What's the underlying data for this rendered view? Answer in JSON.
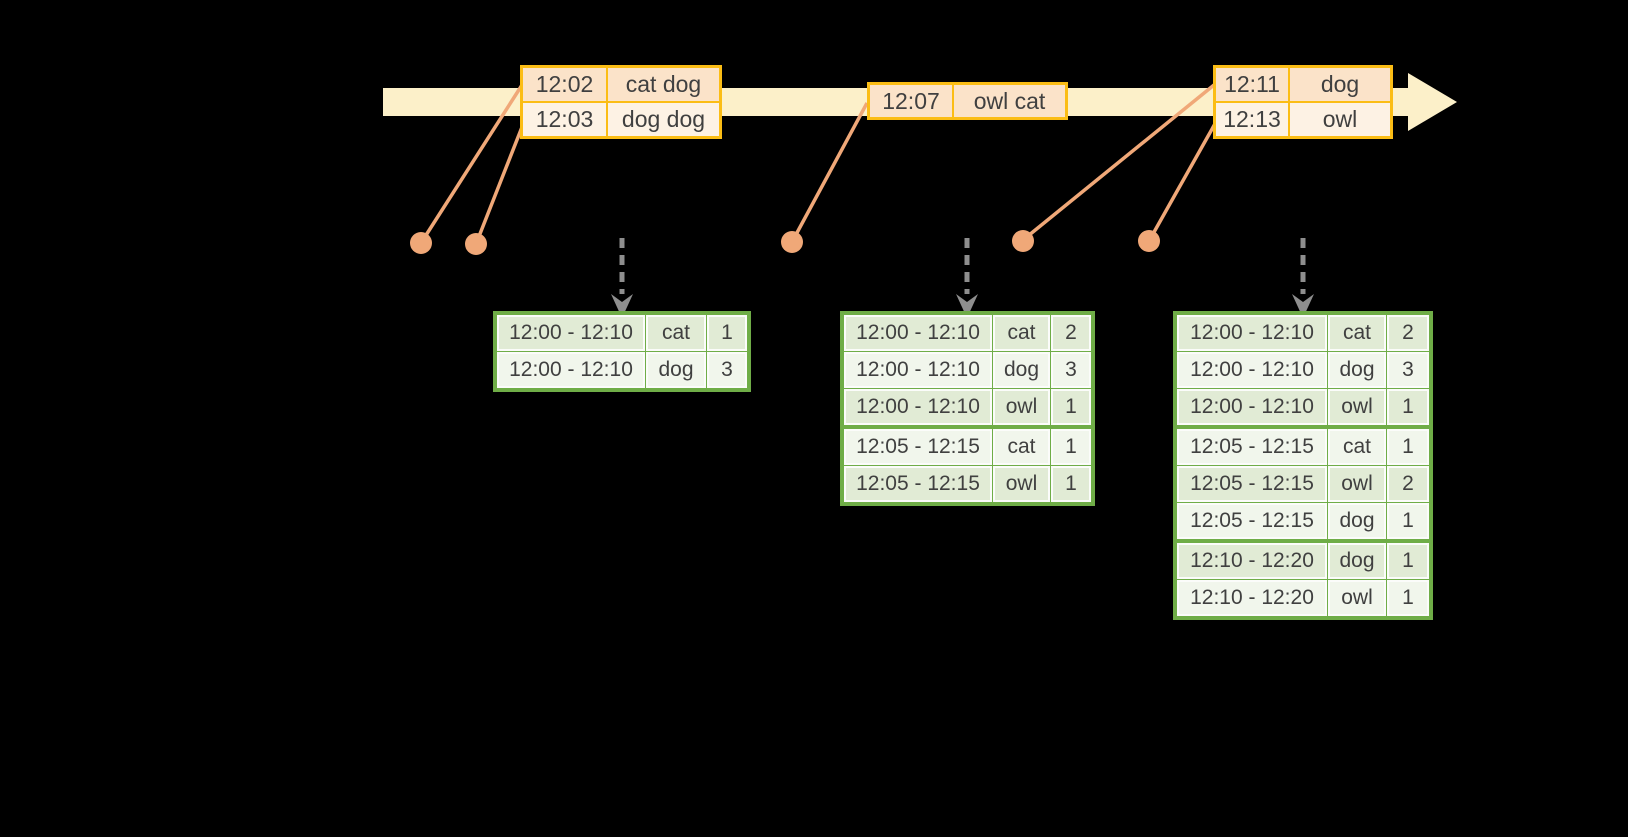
{
  "colors": {
    "background": "#000000",
    "timeline_band": "#FCF0C9",
    "event_border_gold": "#FBBD15",
    "event_fill_peach": "#FBE3C9",
    "event_fill_cream": "#FDF2E4",
    "connector_orange": "#F0A878",
    "dashed_gray": "#8E8E8E",
    "result_border_green": "#6FAD47",
    "result_fill_dark": "#E1EBD5",
    "result_fill_light": "#F1F6EC",
    "cell_separator": "#FBFCFA",
    "text": "#404040"
  },
  "event_tables": [
    {
      "id": "ev1",
      "rows": [
        {
          "time": "12:02",
          "words": "cat dog"
        },
        {
          "time": "12:03",
          "words": "dog dog"
        }
      ]
    },
    {
      "id": "ev2",
      "rows": [
        {
          "time": "12:07",
          "words": "owl cat"
        }
      ]
    },
    {
      "id": "ev3",
      "rows": [
        {
          "time": "12:11",
          "words": "dog"
        },
        {
          "time": "12:13",
          "words": "owl"
        }
      ]
    }
  ],
  "result_tables": [
    {
      "id": "rt1",
      "rows": [
        {
          "window": "12:00 - 12:10",
          "word": "cat",
          "count": "1"
        },
        {
          "window": "12:00 - 12:10",
          "word": "dog",
          "count": "3"
        }
      ]
    },
    {
      "id": "rt2",
      "rows": [
        {
          "window": "12:00 - 12:10",
          "word": "cat",
          "count": "2"
        },
        {
          "window": "12:00 - 12:10",
          "word": "dog",
          "count": "3"
        },
        {
          "window": "12:00 - 12:10",
          "word": "owl",
          "count": "1"
        },
        {
          "window": "12:05 - 12:15",
          "word": "cat",
          "count": "1"
        },
        {
          "window": "12:05 - 12:15",
          "word": "owl",
          "count": "1"
        }
      ]
    },
    {
      "id": "rt3",
      "rows": [
        {
          "window": "12:00 - 12:10",
          "word": "cat",
          "count": "2"
        },
        {
          "window": "12:00 - 12:10",
          "word": "dog",
          "count": "3"
        },
        {
          "window": "12:00 - 12:10",
          "word": "owl",
          "count": "1"
        },
        {
          "window": "12:05 - 12:15",
          "word": "cat",
          "count": "1"
        },
        {
          "window": "12:05 - 12:15",
          "word": "owl",
          "count": "2"
        },
        {
          "window": "12:05 - 12:15",
          "word": "dog",
          "count": "1"
        },
        {
          "window": "12:10 - 12:20",
          "word": "dog",
          "count": "1"
        },
        {
          "window": "12:10 - 12:20",
          "word": "owl",
          "count": "1"
        }
      ]
    }
  ]
}
